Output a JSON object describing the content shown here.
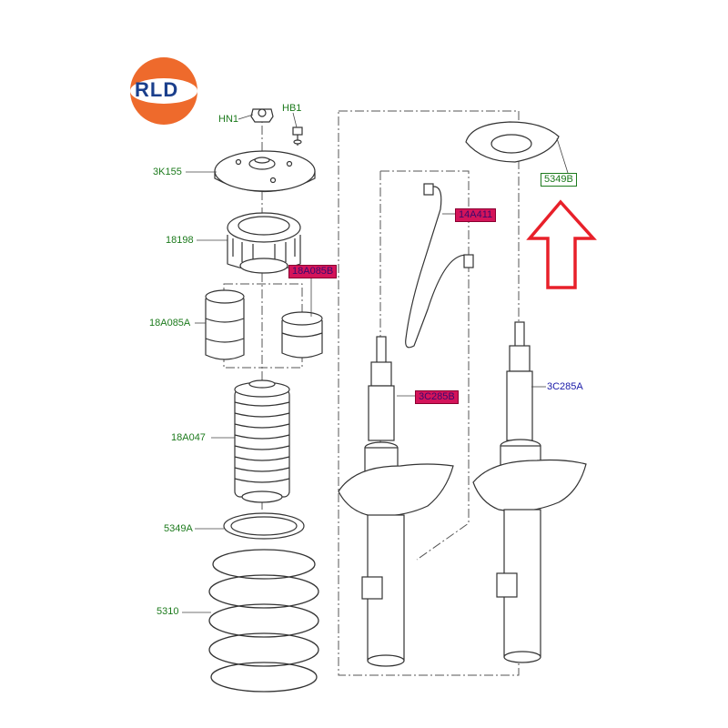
{
  "logo": {
    "text": "RLD"
  },
  "labels": {
    "hn1": "HN1",
    "hb1": "HB1",
    "top_mount": "3K155",
    "bearing": "18198",
    "bump_stop_ref": "18A085B",
    "bump_stop": "18A085A",
    "dust_boot": "18A047",
    "spring_seat_lower": "5349A",
    "coil_spring": "5310",
    "sensor": "14A411",
    "strut_left": "3C285B",
    "strut_right": "3C285A",
    "spring_seat_upper": "5349B"
  },
  "colors": {
    "label_green": "#1c7a1c",
    "label_blue": "#1a1aa8",
    "highlight": "#d4145a",
    "arrow": "#e8202a",
    "logo_orange": "#ee6a2c",
    "logo_blue": "#1b3f8c"
  },
  "icons": {
    "indicator": "up-arrow-outline-icon"
  }
}
